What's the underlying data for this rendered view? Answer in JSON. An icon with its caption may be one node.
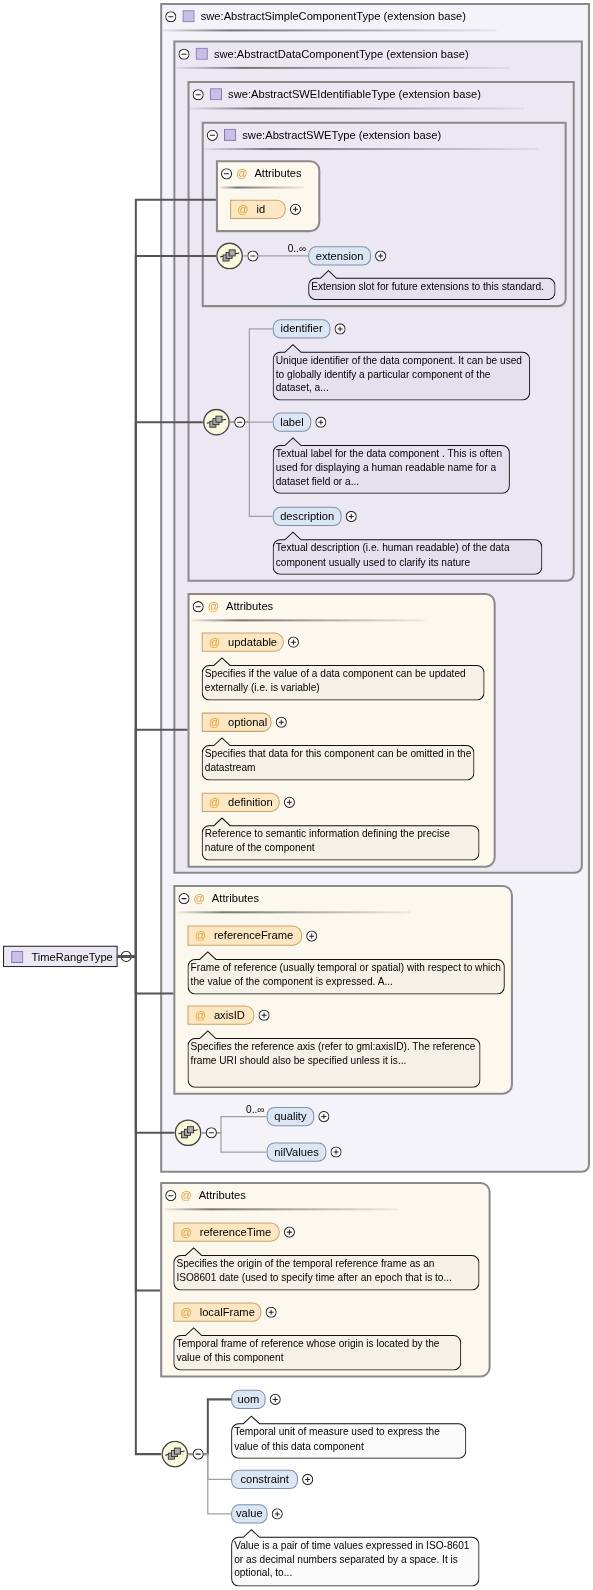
{
  "diagram": {
    "nodes": [
      {
        "text": [
          "TimeRangeType"
        ]
      },
      {
        "text": [
          "swe:AbstractSimpleComponentType (extension base)"
        ]
      },
      {
        "text": [
          "swe:AbstractDataComponentType (extension base)"
        ],
        "in": 1
      },
      {
        "text": [
          "swe:AbstractSWEIdentifiableType (extension base)"
        ],
        "in": 2
      },
      {
        "text": [
          "swe:AbstractSWEType (extension base)"
        ],
        "in": 3
      },
      {
        "text": [
          "@",
          "Attributes"
        ],
        "in": 4
      },
      {
        "text": [
          "@",
          "id"
        ],
        "in": 5
      },
      {
        "text": [],
        "shape": "circle",
        "in": 4
      },
      {
        "text": [
          "extension"
        ],
        "in": 4
      },
      {
        "text": [
          "Extension slot for future extensions to this standard."
        ],
        "in": 4
      },
      {
        "text": [],
        "shape": "circle",
        "in": 3
      },
      {
        "text": [
          "identifier"
        ],
        "in": 3
      },
      {
        "text": [
          "Unique identifier of the data component. It can be used to globally identify a particular component of the dataset, a..."
        ],
        "in": 3
      },
      {
        "text": [
          "label"
        ],
        "in": 3
      },
      {
        "text": [
          "Textual label for the data component . This is often used for displaying a human readable name for a dataset field or a..."
        ],
        "in": 3
      },
      {
        "text": [
          "description"
        ],
        "in": 3
      },
      {
        "text": [
          "Textual description (i.e. human readable) of the data component usually used to clarify its nature"
        ],
        "in": 3
      },
      {
        "text": [
          "@",
          "Attributes"
        ],
        "in": 2
      },
      {
        "text": [
          "@",
          "updatable"
        ],
        "in": 17
      },
      {
        "text": [
          "Specifies if the value of a data component can be updated externally (i.e. is variable)"
        ],
        "in": 17
      },
      {
        "text": [
          "@",
          "optional"
        ],
        "in": 17
      },
      {
        "text": [
          "Specifies that data for this component can be omitted in the datastream"
        ],
        "in": 17
      },
      {
        "text": [
          "@",
          "definition"
        ],
        "in": 17
      },
      {
        "text": [
          "Reference to semantic information defining the precise nature of the component"
        ],
        "in": 17
      },
      {
        "text": [
          "@",
          "Attributes"
        ],
        "in": 1
      },
      {
        "text": [
          "@",
          "referenceFrame"
        ],
        "in": 24
      },
      {
        "text": [
          "Frame of reference (usually temporal or spatial) with respect to which the value of the component is expressed. A..."
        ],
        "in": 24
      },
      {
        "text": [
          "@",
          "axisID"
        ],
        "in": 24
      },
      {
        "text": [
          "Specifies the reference axis (refer to gml:axisID). The reference frame URI should also be specified unless it is..."
        ],
        "in": 24
      },
      {
        "text": [],
        "shape": "circle",
        "in": 1
      },
      {
        "text": [
          "quality"
        ],
        "in": 1
      },
      {
        "text": [
          "nilValues"
        ],
        "in": 1
      },
      {
        "text": [
          "@",
          "Attributes"
        ]
      },
      {
        "text": [
          "@",
          "referenceTime"
        ],
        "in": 32
      },
      {
        "text": [
          "Specifies the origin of the temporal reference frame as an ISO8601 date (used to specify time after an epoch that is to..."
        ],
        "in": 32
      },
      {
        "text": [
          "@",
          "localFrame"
        ],
        "in": 32
      },
      {
        "text": [
          "Temporal frame of reference whose origin is located by the value of this component"
        ],
        "in": 32
      },
      {
        "text": [],
        "shape": "circle"
      },
      {
        "text": [
          "uom"
        ]
      },
      {
        "text": [
          "Temporal unit of measure used to express the value of this data component"
        ]
      },
      {
        "text": [
          "constraint"
        ]
      },
      {
        "text": [
          "value"
        ]
      },
      {
        "text": [
          "Value is a pair of time values expressed in ISO-8601 or as decimal numbers separated by a space. It is optional, to..."
        ]
      }
    ],
    "edges": [
      {
        "from": 0,
        "to": 5,
        "arrow": "none"
      },
      {
        "from": 0,
        "to": 7,
        "arrow": "none"
      },
      {
        "from": 0,
        "to": 10,
        "arrow": "none"
      },
      {
        "from": 0,
        "to": 17,
        "arrow": "none"
      },
      {
        "from": 0,
        "to": 24,
        "arrow": "none"
      },
      {
        "from": 0,
        "to": 29,
        "arrow": "none"
      },
      {
        "from": 0,
        "to": 32,
        "arrow": "none"
      },
      {
        "from": 0,
        "to": 37,
        "arrow": "none"
      },
      {
        "from": 7,
        "to": 8,
        "arrow": "none",
        "label": "0..∞",
        "color": "#a0a0a0"
      },
      {
        "from": 10,
        "to": 11,
        "arrow": "none",
        "color": "#a0a0a0"
      },
      {
        "from": 10,
        "to": 13,
        "arrow": "none",
        "color": "#a0a0a0"
      },
      {
        "from": 10,
        "to": 15,
        "arrow": "none",
        "color": "#a0a0a0"
      },
      {
        "from": 29,
        "to": 30,
        "arrow": "none",
        "label": "0..∞",
        "color": "#a0a0a0"
      },
      {
        "from": 29,
        "to": 31,
        "arrow": "none",
        "color": "#a0a0a0"
      },
      {
        "from": 37,
        "to": 38,
        "arrow": "none"
      },
      {
        "from": 37,
        "to": 40,
        "arrow": "none",
        "color": "#a0a0a0"
      },
      {
        "from": 37,
        "to": 41,
        "arrow": "none",
        "color": "#a0a0a0"
      }
    ]
  }
}
